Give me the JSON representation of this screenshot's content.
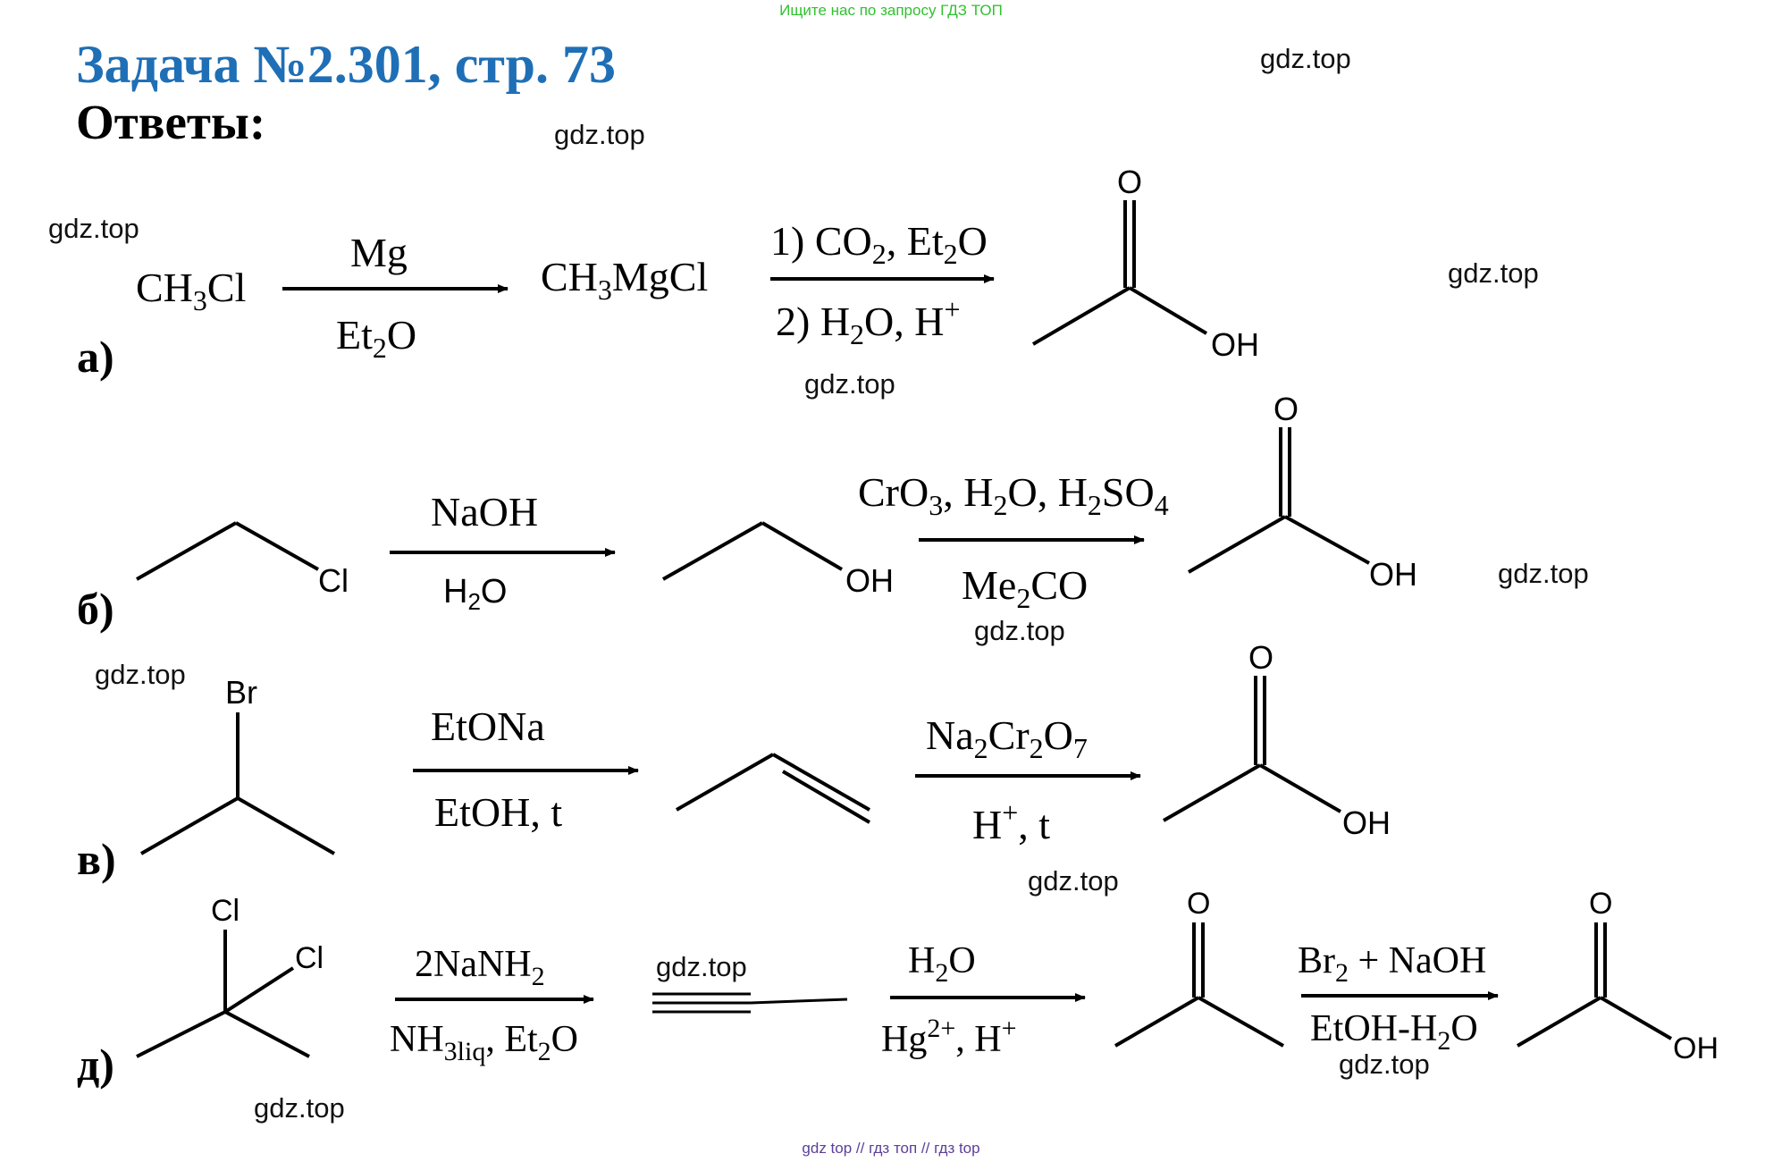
{
  "header": {
    "ad_text": "Ищите нас по запросу ГДЗ ТОП",
    "title": "Задача №2.301, стр. 73",
    "subtitle": "Ответы:"
  },
  "watermark": "gdz.top",
  "footer_text": "gdz top  //  гдз топ  //  гдз top",
  "colors": {
    "title": "#1f6fb6",
    "ad": "#2fc22f",
    "footer": "#5c3f98"
  },
  "reactions": {
    "a": {
      "label": "а)",
      "start": {
        "p1": "CH",
        "sub1": "3",
        "p2": "Cl"
      },
      "arrow1": {
        "above": "Mg",
        "below_p1": "Et",
        "below_sub": "2",
        "below_p2": "O"
      },
      "mid": {
        "p1": "CH",
        "sub1": "3",
        "p2": "MgCl"
      },
      "arrow2": {
        "above_p1": "1) CO",
        "above_sub1": "2",
        "above_p2": ", Et",
        "above_sub2": "2",
        "above_p3": "O",
        "below_p1": "2) H",
        "below_sub1": "2",
        "below_p2": "O, H",
        "below_sup": "+"
      },
      "product": {
        "atom_o": "O",
        "atom_oh": "OH"
      }
    },
    "b": {
      "label": "б)",
      "start": {
        "atom": "Cl"
      },
      "arrow1": {
        "above": "NaOH",
        "below_p1": "H",
        "below_sub": "2",
        "below_p2": "O"
      },
      "mid": {
        "atom": "OH"
      },
      "arrow2": {
        "above_p1": "CrO",
        "above_sub1": "3",
        "above_p2": ", H",
        "above_sub2": "2",
        "above_p3": "O, H",
        "above_sub3": "2",
        "above_p4": "SO",
        "above_sub4": "4",
        "below_p1": "Me",
        "below_sub": "2",
        "below_p2": "CO"
      },
      "product": {
        "atom_o": "O",
        "atom_oh": "OH"
      }
    },
    "c": {
      "label": "в)",
      "start": {
        "atom": "Br"
      },
      "arrow1": {
        "above": "EtONa",
        "below": "EtOH, t"
      },
      "arrow2": {
        "above_p1": "Na",
        "above_sub1": "2",
        "above_p2": "Cr",
        "above_sub2": "2",
        "above_p3": "O",
        "above_sub3": "7",
        "below_p1": "H",
        "below_sup": "+",
        "below_p2": ", t"
      },
      "product": {
        "atom_o": "O",
        "atom_oh": "OH"
      }
    },
    "d": {
      "label": "д)",
      "start": {
        "atom1": "Cl",
        "atom2": "Cl"
      },
      "arrow1": {
        "above_p1": "2NaNH",
        "above_sub": "2",
        "below_p1": "NH",
        "below_sub1": "3liq",
        "below_p2": ", Et",
        "below_sub2": "2",
        "below_p3": "O"
      },
      "arrow2": {
        "above_p1": "H",
        "above_sub": "2",
        "above_p2": "O",
        "below_p1": "Hg",
        "below_sup1": "2+",
        "below_p2": ", H",
        "below_sup2": "+"
      },
      "ketone": {
        "atom_o": "O"
      },
      "arrow3": {
        "above_p1": "Br",
        "above_sub": "2",
        "above_p2": " + NaOH",
        "below_p1": "EtOH-H",
        "below_sub": "2",
        "below_p2": "O"
      },
      "product": {
        "atom_o": "O",
        "atom_oh": "OH"
      }
    }
  }
}
